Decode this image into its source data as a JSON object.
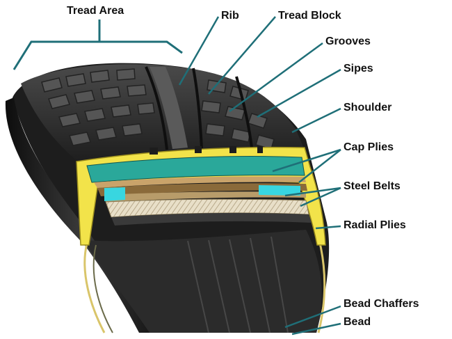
{
  "diagram": {
    "labels": {
      "tread_area": "Tread Area",
      "rib": "Rib",
      "tread_block": "Tread Block",
      "grooves": "Grooves",
      "sipes": "Sipes",
      "shoulder": "Shoulder",
      "cap_plies": "Cap Plies",
      "steel_belts": "Steel Belts",
      "radial_plies": "Radial Plies",
      "bead_chaffers": "Bead Chaffers",
      "bead": "Bead"
    },
    "colors": {
      "rubber": "#1f1f1f",
      "tread_face": "#3a3a3a",
      "leader_line": "#1f6f78",
      "cut_yellow": "#f2e34a",
      "cap_ply_teal": "#2aa89a",
      "belt_brown": "#8a6a3a",
      "steel_cyan": "#38d6e0",
      "radial_ply_beige": "#e6dcc4"
    }
  }
}
